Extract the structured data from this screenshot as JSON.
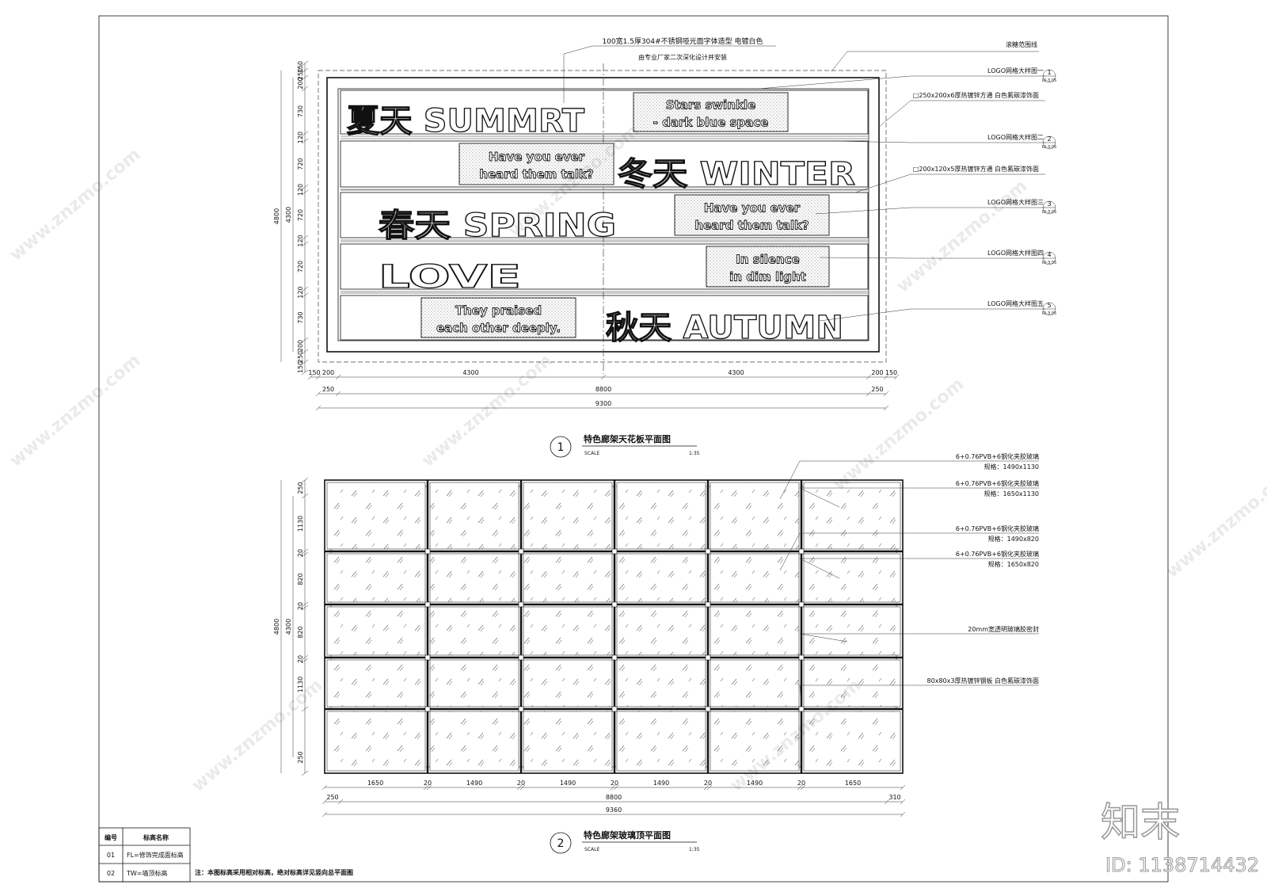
{
  "plan1": {
    "header_notes": {
      "note1_line1": "100宽1.5厚304#不锈钢哑光面字体造型  电镀白色",
      "note1_line2": "由专业厂家二次深化设计并安装",
      "note_right": "滚糖范围线"
    },
    "rows": [
      {
        "big_text": "夏天 SUMMRT",
        "panel_lines": [
          "Stars swinkle",
          "- dark blue space"
        ]
      },
      {
        "big_text": "冬天 WINTER",
        "panel_lines": [
          "Have you ever",
          "heard them talk?"
        ]
      },
      {
        "big_text": "春天 SPRING",
        "panel_lines": [
          "Have you ever",
          "heard them talk?"
        ]
      },
      {
        "big_text": "LOVE",
        "panel_lines": [
          "In silence",
          "in dim light"
        ]
      },
      {
        "big_text": "秋天 AUTUMN",
        "panel_lines": [
          "They praised",
          "each other deeply."
        ]
      }
    ],
    "callouts": [
      {
        "text": "LOGO网格大样图一",
        "num": "1",
        "ref": "ID-3.05"
      },
      {
        "text": "□250x200x6厚热镀锌方通  白色氟碳漆饰面",
        "num": "",
        "ref": ""
      },
      {
        "text": "LOGO网格大样图二",
        "num": "2",
        "ref": "ID-3.05"
      },
      {
        "text": "□200x120x5厚热镀锌方通  白色氟碳漆饰面",
        "num": "",
        "ref": ""
      },
      {
        "text": "LOGO网格大样图三",
        "num": "3",
        "ref": "ID-3.05"
      },
      {
        "text": "LOGO网格大样图四",
        "num": "4",
        "ref": "ID-3.05"
      },
      {
        "text": "LOGO网格大样图五",
        "num": "5",
        "ref": "ID-3.05"
      }
    ],
    "left_dims_outer": [
      "150",
      "250",
      "200",
      "730",
      "120",
      "720",
      "120",
      "720",
      "120",
      "720",
      "120",
      "730",
      "200",
      "250",
      "150"
    ],
    "left_total_inner": "4300",
    "left_total_outer": "4800",
    "bottom_dims_row1": [
      "150",
      "200",
      "4300",
      "4300",
      "200",
      "150"
    ],
    "bottom_dims_row2": [
      "250",
      "8800",
      "250"
    ],
    "bottom_total": "9300",
    "title_num": "1",
    "title": "特色廊架天花板平面图",
    "scale_label": "SCALE",
    "scale_value": "1:35"
  },
  "plan2": {
    "callouts": [
      {
        "line1": "6+0.76PVB+6钢化夹胶玻璃",
        "line2": "规格：1490x1130"
      },
      {
        "line1": "6+0.76PVB+6钢化夹胶玻璃",
        "line2": "规格：1650x1130"
      },
      {
        "line1": "6+0.76PVB+6钢化夹胶玻璃",
        "line2": "规格：1490x820"
      },
      {
        "line1": "6+0.76PVB+6钢化夹胶玻璃",
        "line2": "规格：1650x820"
      },
      {
        "line1": "20mm宽透明玻璃胶密封",
        "line2": ""
      },
      {
        "line1": "80x80x3厚热镀锌钢板  白色氟碳漆饰面",
        "line2": ""
      }
    ],
    "left_dims": [
      "250",
      "1130",
      "20",
      "820",
      "20",
      "820",
      "20",
      "1130",
      "250"
    ],
    "left_mid_dims": [
      "20"
    ],
    "left_total_inner": "4300",
    "left_total_outer": "4800",
    "bottom_dims_row1": [
      "1650",
      "20",
      "1490",
      "20",
      "1490",
      "20",
      "1490",
      "20",
      "1490",
      "20",
      "1650"
    ],
    "bottom_dims_row2": [
      "250",
      "8800",
      "310"
    ],
    "bottom_total": "9360",
    "title_num": "2",
    "title": "特色廊架玻璃顶平面图",
    "scale_label": "SCALE",
    "scale_value": "1:35"
  },
  "legend": {
    "headers": [
      "编号",
      "标高名称"
    ],
    "rows": [
      {
        "code": "01",
        "name": "FL=修饰完成面标高"
      },
      {
        "code": "02",
        "name": "TW=墙顶标高"
      }
    ],
    "note": "注：本图标高采用相对标高，绝对标高详见竖向总平面图"
  },
  "brand": {
    "logo": "知末",
    "id_label": "ID: 1138714432",
    "watermark": "www.znzmo.com"
  }
}
